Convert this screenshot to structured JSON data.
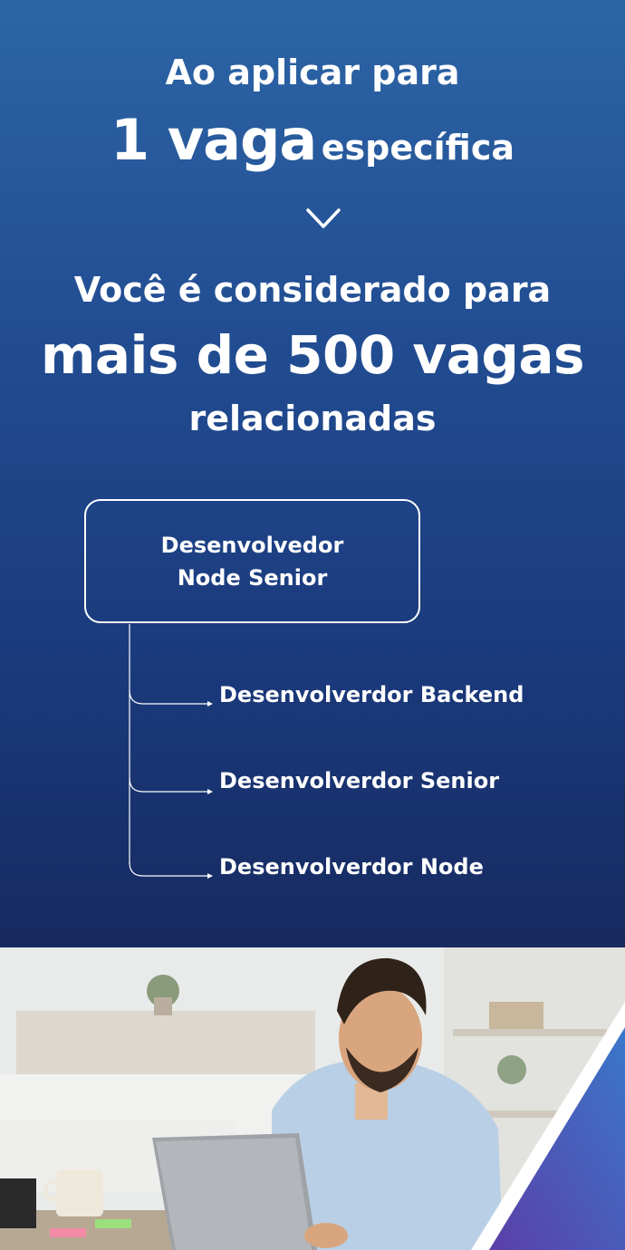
{
  "headline": {
    "line1": "Ao aplicar para",
    "line2_big": "1 vaga",
    "line2_small": "específica",
    "line3": "Você é considerado para",
    "line4": "mais de 500 vagas",
    "line5": "relacionadas"
  },
  "diagram": {
    "root_line1": "Desenvolvedor",
    "root_line2": "Node Senior",
    "children": [
      "Desenvolverdor Backend",
      "Desenvolverdor Senior",
      "Desenvolverdor Node"
    ]
  },
  "colors": {
    "gradient_top": "#2c65a6",
    "gradient_bottom": "#172a60",
    "text": "#ffffff"
  },
  "icons": [
    "chevron-down-icon",
    "arrow-right-icon"
  ],
  "photo": "smiling man with beard in light blue shirt typing on laptop at desk"
}
